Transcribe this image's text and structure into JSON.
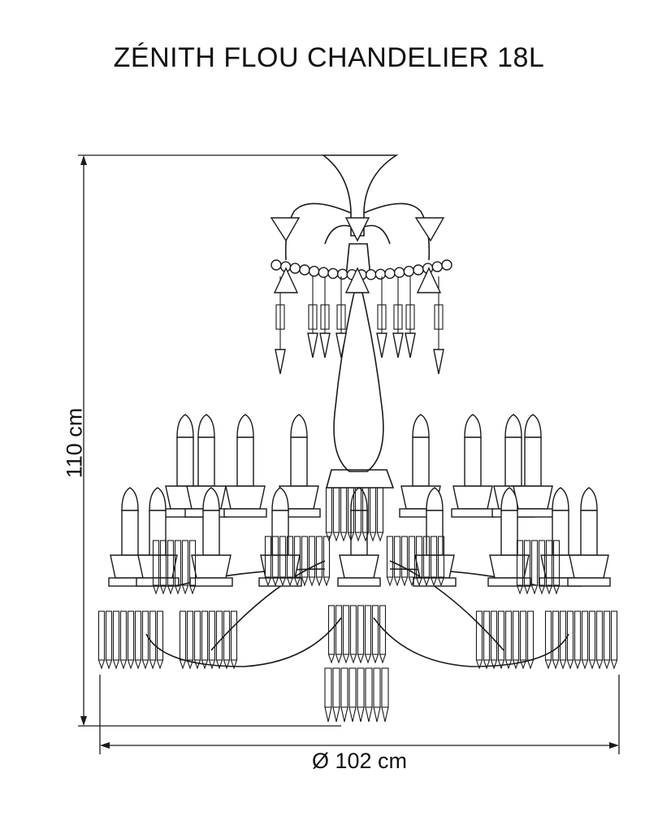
{
  "title": "ZÉNITH FLOU CHANDELIER 18L",
  "dimensions": {
    "height": "110 cm",
    "diameter": "Ø 102 cm"
  }
}
